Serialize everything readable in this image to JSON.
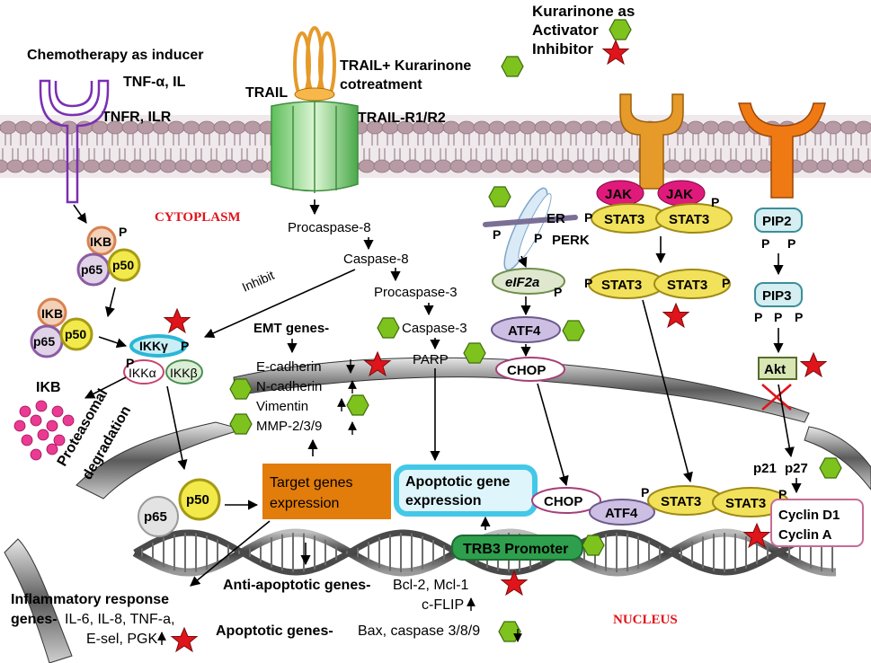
{
  "legend": {
    "title_line1": "Kurarinone as",
    "activator": "Activator",
    "inhibitor": "Inhibitor"
  },
  "labels": {
    "chemo": "Chemotherapy as inducer",
    "tnf_il": "TNF-α, IL",
    "tnfr_ilr": "TNFR, ILR",
    "trail": "TRAIL",
    "trail_cotreat_1": "TRAIL+ Kurarinone",
    "trail_cotreat_2": "cotreatment",
    "trail_r": "TRAIL-R1/R2",
    "cytoplasm": "CYTOPLASM",
    "nucleus": "NUCLEUS",
    "procasp8": "Procaspase-8",
    "casp8": "Caspase-8",
    "inhibit": "Inhibit",
    "procasp3": "Procaspase-3",
    "casp3": "Caspase-3",
    "parp": "PARP",
    "emt": "EMT genes-",
    "ecad": "E-cadherin",
    "ncad": "N-cadherin",
    "vim": "Vimentin",
    "mmp": "MMP-2/3/9",
    "er": "ER",
    "perk": "PERK",
    "eif2a": "eIF2a",
    "atf4": "ATF4",
    "chop": "CHOP",
    "jak": "JAK",
    "stat3": "STAT3",
    "p": "P",
    "pip2": "PIP2",
    "pip3": "PIP3",
    "akt": "Akt",
    "ikb": "IKB",
    "p65": "p65",
    "p50": "p50",
    "ikkg": "IKKγ",
    "ikka": "IKKα",
    "ikkb": "IKKβ",
    "proteasomal": "Proteasomal",
    "degradation": "degradation",
    "target_1": "Target genes",
    "target_2": "expression",
    "apopt_expr_1": "Apoptotic gene",
    "apopt_expr_2": "expression",
    "trb3": "TRB3 Promoter",
    "p21": "p21",
    "p27": "p27",
    "cyclin_d1": "Cyclin D1",
    "cyclin_a": "Cyclin A",
    "inflam_1": "Inflammatory response",
    "inflam_2": "genes-",
    "inflam_2b": "IL-6, IL-8, TNF-a,",
    "inflam_3": "E-sel, PGK",
    "anti_apopt": "Anti-apoptotic genes-",
    "anti_apopt_v": "Bcl-2, Mcl-1",
    "cflip": "c-FLIP",
    "apopt_genes": "Apoptotic genes-",
    "apopt_genes_v": "Bax, caspase 3/8/9"
  },
  "colors": {
    "activator": "#7ec31d",
    "inhibitor": "#e0141b",
    "membrane": "#b79aa4",
    "receptor_tnf": "#7a2fb2",
    "receptor_jak": "#e59a2a",
    "receptor_pi3k": "#ef7a14",
    "target_box": "#e27c0a",
    "apoptotic_box": "#43c8e8",
    "trb3": "#2e9f4c"
  }
}
